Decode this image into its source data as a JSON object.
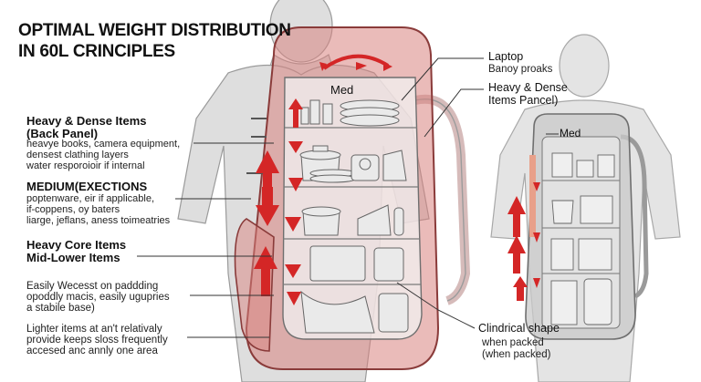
{
  "title": {
    "line1": "OPTIMAL WEIGHT DISTRIBUTION",
    "line2": "IN 60L CRINCIPLES"
  },
  "left_labels": [
    {
      "heading": [
        "Heavy & Dense Items",
        "(Back Panel)"
      ],
      "body": [
        "heavye books, camera equipment,",
        "densest clathing layers",
        "water resporoioir if internal"
      ]
    },
    {
      "heading": [
        "MEDIUM(EXECTIONS"
      ],
      "body": [
        "poptenware, eir if applicable,",
        "if-coppens, oy baters",
        "liarge, jeflans, aness toimeatries"
      ]
    },
    {
      "heading": [
        "Heavy Core Items",
        "Mid-Lower Items"
      ],
      "body": []
    },
    {
      "heading": [],
      "body": [
        "Easily  Wecesst on paddding",
        "opoddly macis, easily ugupries",
        "a stabile base)"
      ]
    },
    {
      "heading": [],
      "body": [
        "Lighter items at an't relativaly",
        "provide keeps sloss frequently",
        "accesed anc annly one area"
      ]
    }
  ],
  "right_labels": {
    "laptop": {
      "heading": "Laptop",
      "body": "Banoy proaks"
    },
    "heavy_dense": [
      "Heavy & Dense",
      "Items Pancel)"
    ],
    "cylindrical": [
      "Clindrical shape",
      "when packed",
      "(when packed)"
    ]
  },
  "pack_labels": {
    "main_med": "Med",
    "small_med": "Med"
  },
  "colors": {
    "pack_main": "#d9837f",
    "pack_outline": "#8a3b3a",
    "pack_small": "#c9c9c9",
    "arrow": "#d42626",
    "person": "#dcdcdc"
  }
}
